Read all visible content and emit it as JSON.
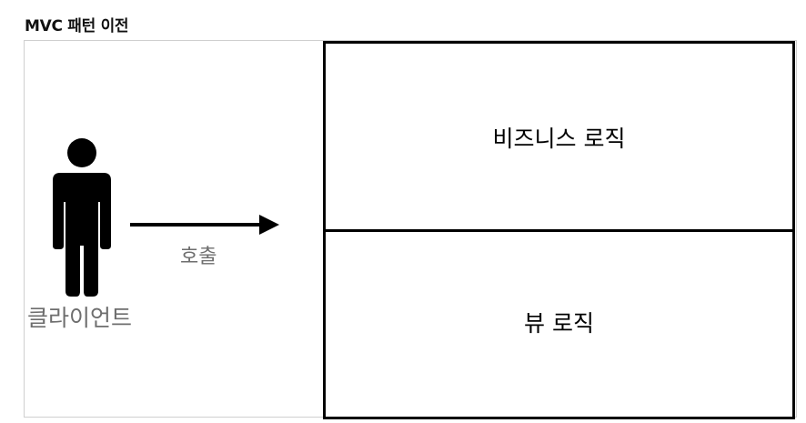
{
  "title": "MVC 패턴 이전",
  "client": {
    "label": "클라이언트",
    "icon": "person-icon"
  },
  "call": {
    "label": "호출",
    "icon": "arrow-right-icon"
  },
  "server": {
    "business_logic_label": "비즈니스 로직",
    "view_logic_label": "뷰 로직"
  },
  "colors": {
    "title": "#111111",
    "client_label": "#6e6e6e",
    "box_border": "#000000",
    "frame_border": "#cfcfcf"
  }
}
